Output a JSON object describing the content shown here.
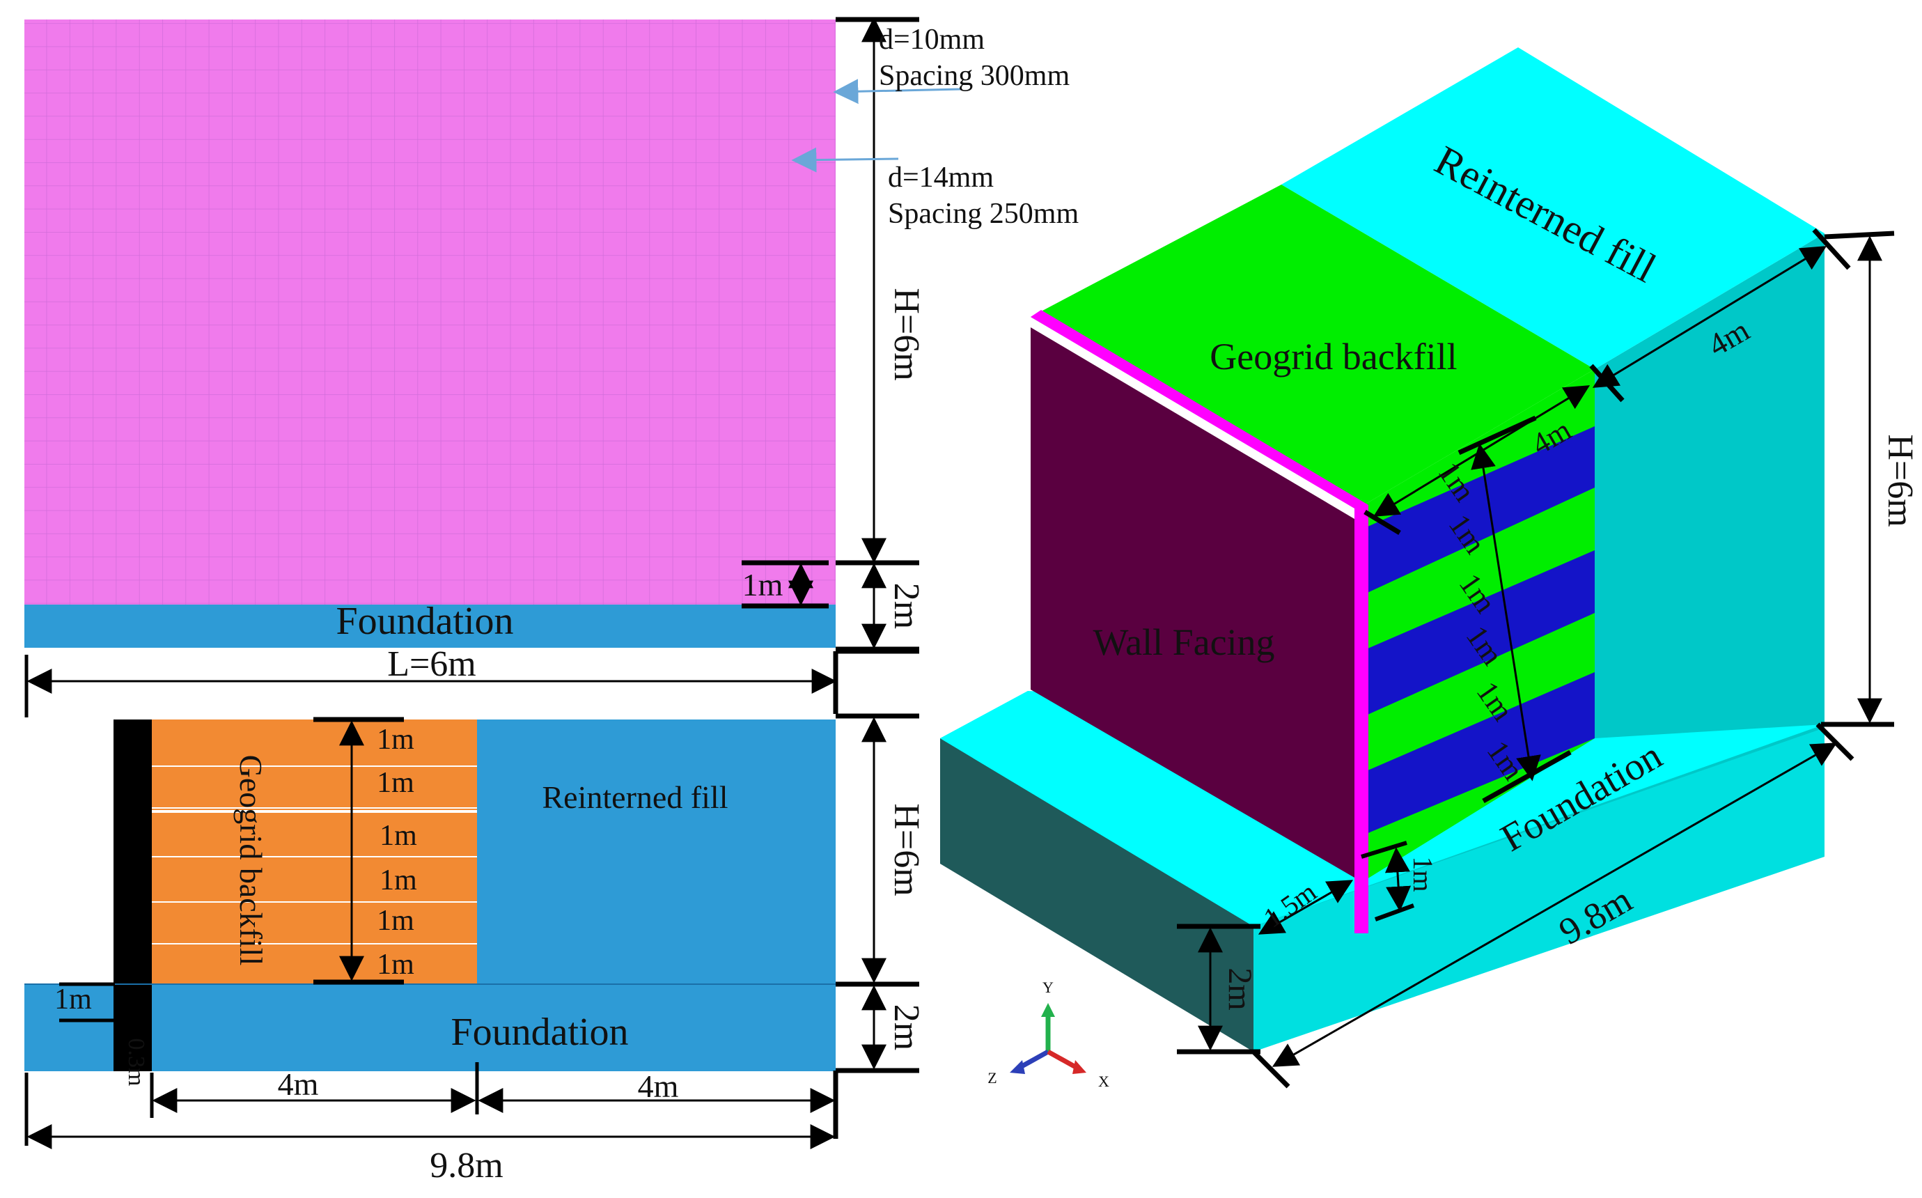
{
  "elevation_view": {
    "rebar_top": [
      "d=10mm",
      "Spacing 300mm"
    ],
    "rebar_mid": [
      "d=14mm",
      "Spacing 250mm"
    ],
    "height": "H=6m",
    "foundation_height": "2m",
    "embed": "1m",
    "foundation": "Foundation",
    "length": "L=6m",
    "colors": {
      "wall": "#f07bec",
      "grid": "#c969d6",
      "foundation": "#2e9bd6"
    }
  },
  "section_view": {
    "geogrid_label": "Geogrid backfill",
    "reinforced_label": "Reinterned  fill",
    "layers": [
      "1m",
      "1m",
      "1m",
      "1m",
      "1m",
      "1m"
    ],
    "height": "H=6m",
    "foundation_height": "2m",
    "embed": "1m",
    "facing_thickness": "0.3m",
    "foundation": "Foundation",
    "length_left": "4m",
    "length_right": "4m",
    "total_length": "9.8m",
    "colors": {
      "geogrid": "#f28a33",
      "fill": "#2e9bd6",
      "facing": "#000000"
    }
  },
  "iso_view": {
    "reinforced_label": "Reinterned  fill",
    "geogrid_label": "Geogrid backfill",
    "wall_label": "Wall  Facing",
    "foundation": "Foundation",
    "top_depth": "4m",
    "geogrid_depth": "4m",
    "height": "H=6m",
    "layers": [
      "1m",
      "1m",
      "1m",
      "1m",
      "1m",
      "1m"
    ],
    "embed": "1m",
    "toe": "1.5m",
    "foundation_height": "2m",
    "total_length": "9.8m",
    "axes": {
      "y": "Y",
      "z": "Z",
      "x": "X"
    },
    "colors": {
      "cyan": "#00ffff",
      "teal": "#00c8c8",
      "green": "#00ee00",
      "blue": "#1414c8",
      "wall": "#5a0040",
      "magenta": "#ff00ff",
      "dark": "#1f5a5a"
    }
  }
}
